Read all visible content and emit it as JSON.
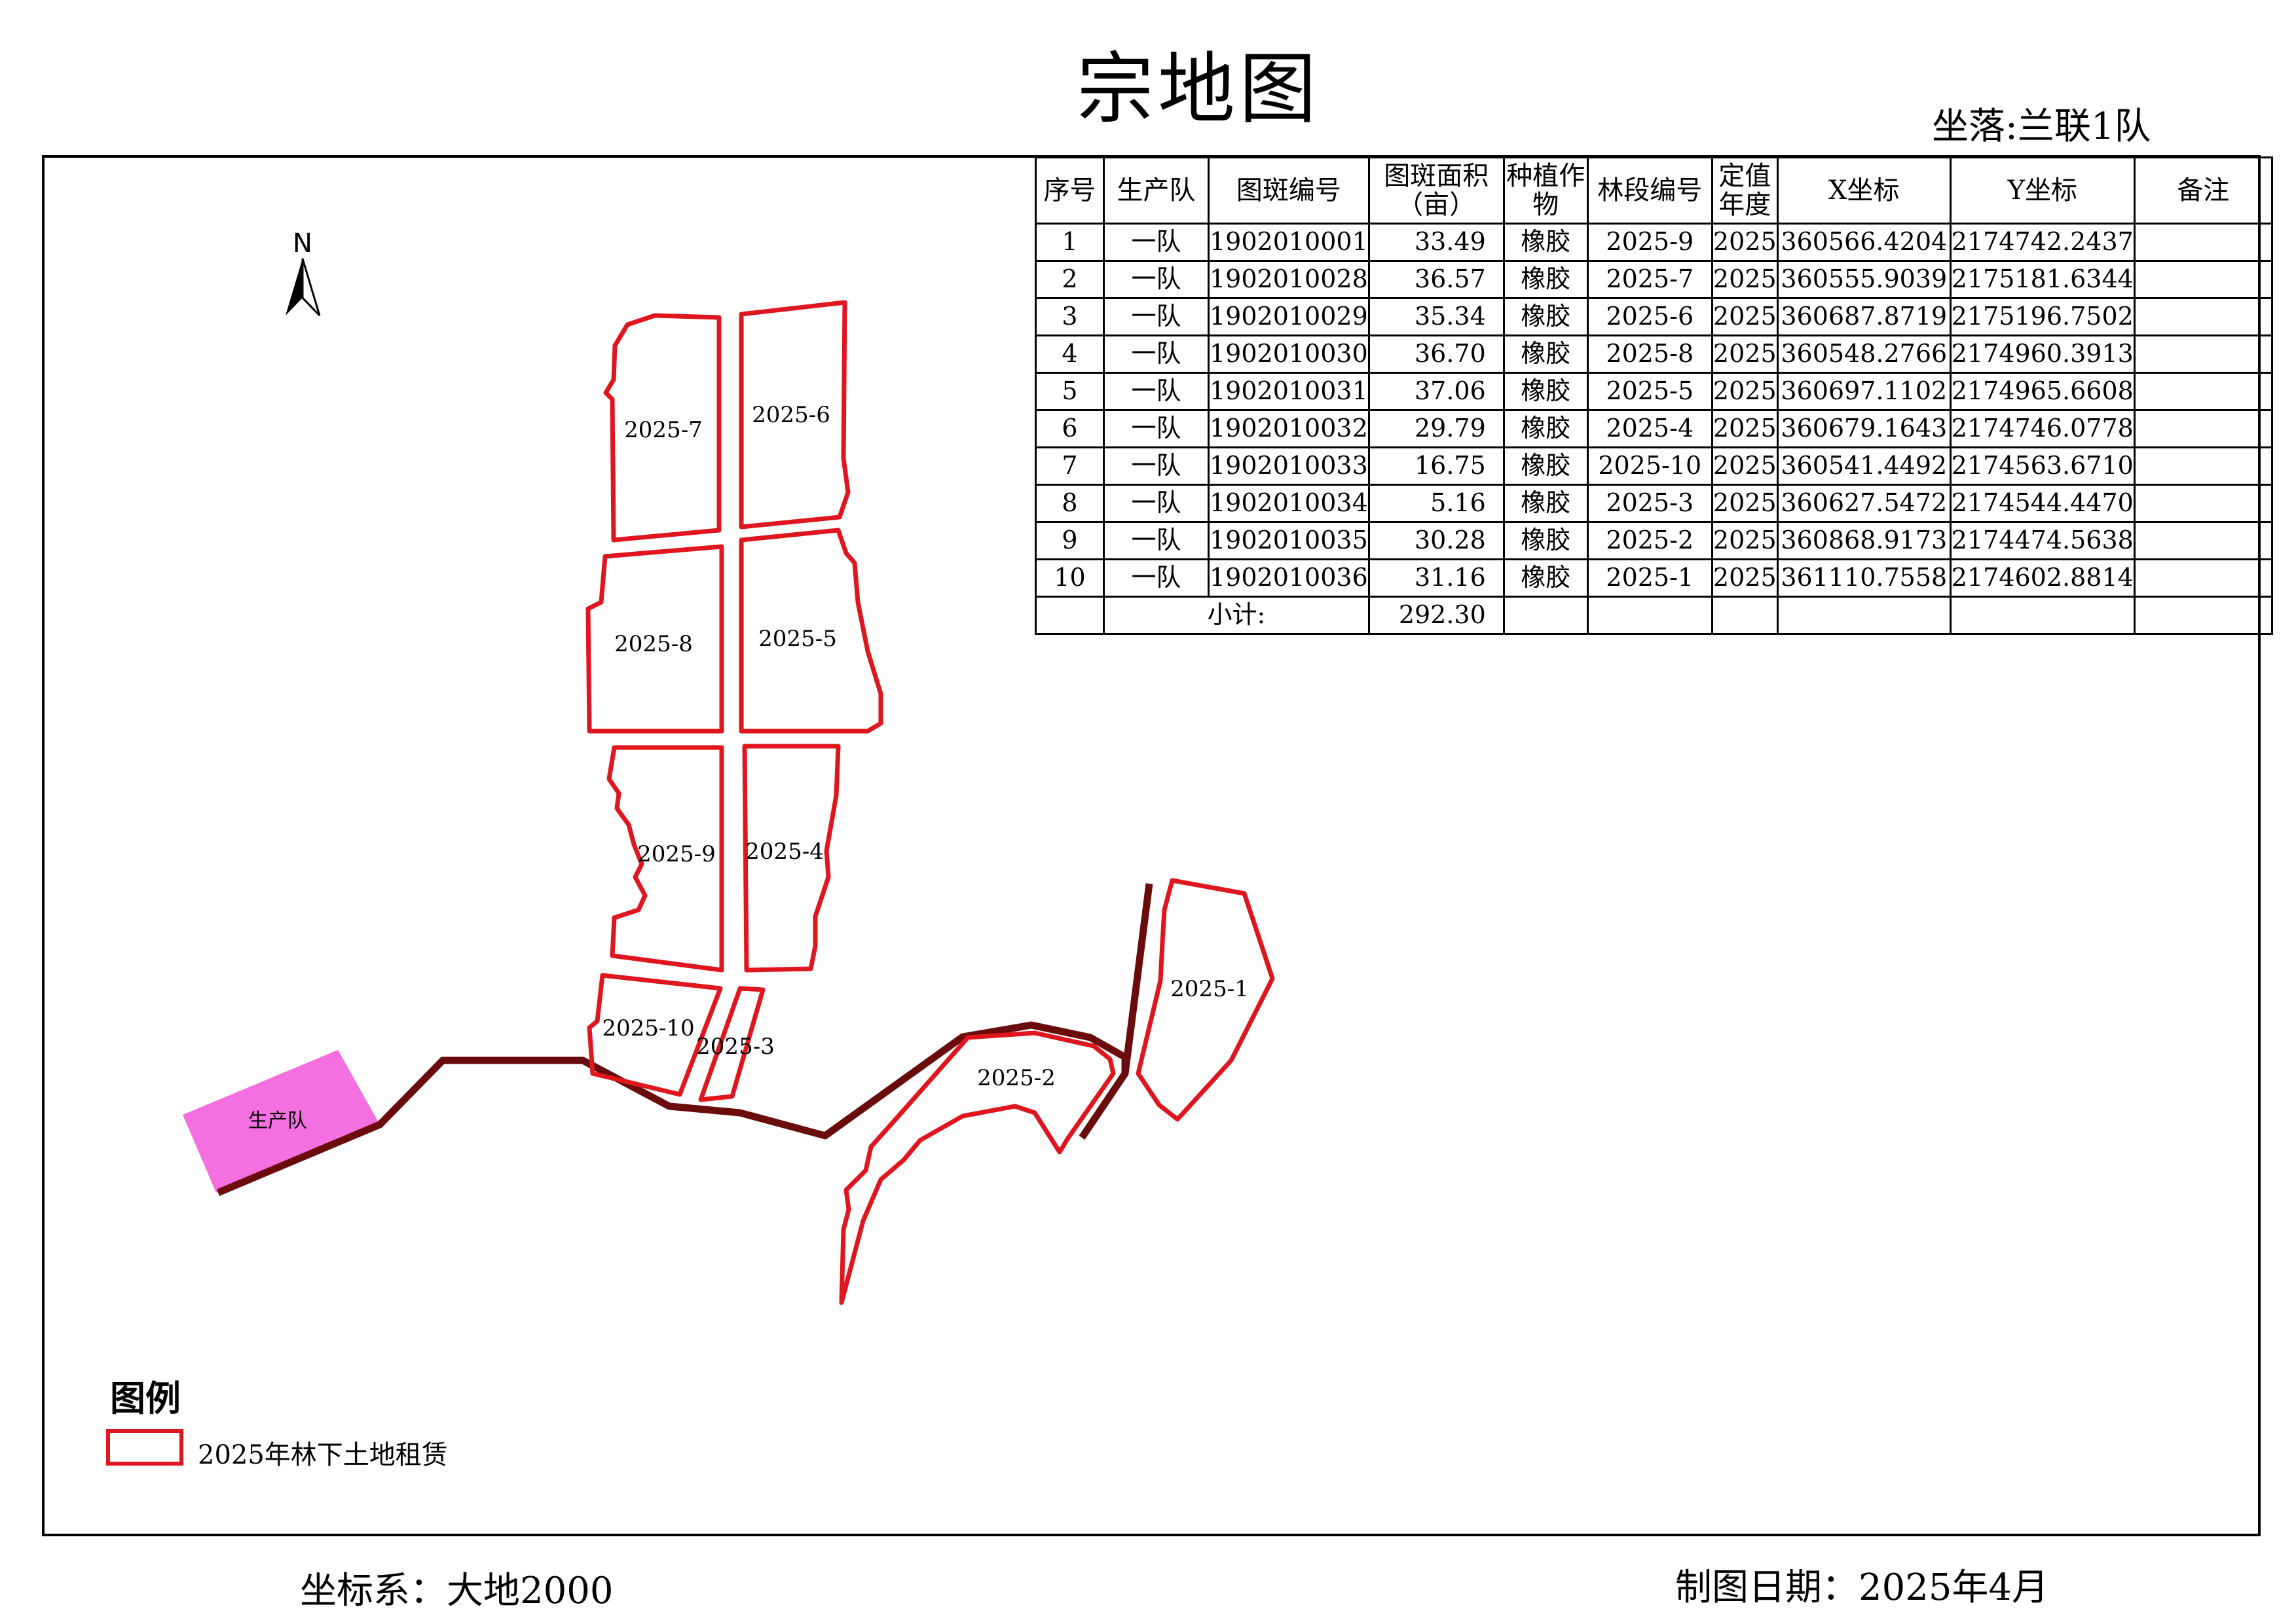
{
  "title": "宗地图",
  "location": "坐落:兰联1队",
  "footer": {
    "coordinate_system": "坐标系：大地2000",
    "map_date": "制图日期：2025年4月"
  },
  "north_arrow": {
    "label": "N",
    "icon": "north-arrow-icon"
  },
  "table": {
    "headers": [
      "序号",
      "生产队",
      "图斑编号",
      "图斑面积（亩）",
      "种植作物",
      "林段编号",
      "定值年度",
      "X坐标",
      "Y坐标",
      "备注"
    ],
    "rows": [
      [
        "1",
        "一队",
        "1902010001",
        "33.49",
        "橡胶",
        "2025-9",
        "2025",
        "360566.4204",
        "2174742.2437",
        ""
      ],
      [
        "2",
        "一队",
        "1902010028",
        "36.57",
        "橡胶",
        "2025-7",
        "2025",
        "360555.9039",
        "2175181.6344",
        ""
      ],
      [
        "3",
        "一队",
        "1902010029",
        "35.34",
        "橡胶",
        "2025-6",
        "2025",
        "360687.8719",
        "2175196.7502",
        ""
      ],
      [
        "4",
        "一队",
        "1902010030",
        "36.70",
        "橡胶",
        "2025-8",
        "2025",
        "360548.2766",
        "2174960.3913",
        ""
      ],
      [
        "5",
        "一队",
        "1902010031",
        "37.06",
        "橡胶",
        "2025-5",
        "2025",
        "360697.1102",
        "2174965.6608",
        ""
      ],
      [
        "6",
        "一队",
        "1902010032",
        "29.79",
        "橡胶",
        "2025-4",
        "2025",
        "360679.1643",
        "2174746.0778",
        ""
      ],
      [
        "7",
        "一队",
        "1902010033",
        "16.75",
        "橡胶",
        "2025-10",
        "2025",
        "360541.4492",
        "2174563.6710",
        ""
      ],
      [
        "8",
        "一队",
        "1902010034",
        "5.16",
        "橡胶",
        "2025-3",
        "2025",
        "360627.5472",
        "2174544.4470",
        ""
      ],
      [
        "9",
        "一队",
        "1902010035",
        "30.28",
        "橡胶",
        "2025-2",
        "2025",
        "360868.9173",
        "2174474.5638",
        ""
      ],
      [
        "10",
        "一队",
        "1902010036",
        "31.16",
        "橡胶",
        "2025-1",
        "2025",
        "361110.7558",
        "2174602.8814",
        ""
      ]
    ],
    "subtotal_label": "小计:",
    "subtotal_value": "292.30"
  },
  "parcels": [
    {
      "id": "2025-7",
      "label": "2025-7"
    },
    {
      "id": "2025-6",
      "label": "2025-6"
    },
    {
      "id": "2025-8",
      "label": "2025-8"
    },
    {
      "id": "2025-5",
      "label": "2025-5"
    },
    {
      "id": "2025-9",
      "label": "2025-9"
    },
    {
      "id": "2025-4",
      "label": "2025-4"
    },
    {
      "id": "2025-10",
      "label": "2025-10"
    },
    {
      "id": "2025-3",
      "label": "2025-3"
    },
    {
      "id": "2025-2",
      "label": "2025-2"
    },
    {
      "id": "2025-1",
      "label": "2025-1"
    }
  ],
  "production_team_label": "生产队",
  "legend": {
    "title": "图例",
    "items": [
      {
        "label": "2025年林下土地租赁",
        "color": "#e0161e"
      }
    ]
  },
  "colors": {
    "parcel_outline": "#e0161e",
    "road": "#6b0c0c",
    "production_team_fill": "#f46fe0"
  }
}
